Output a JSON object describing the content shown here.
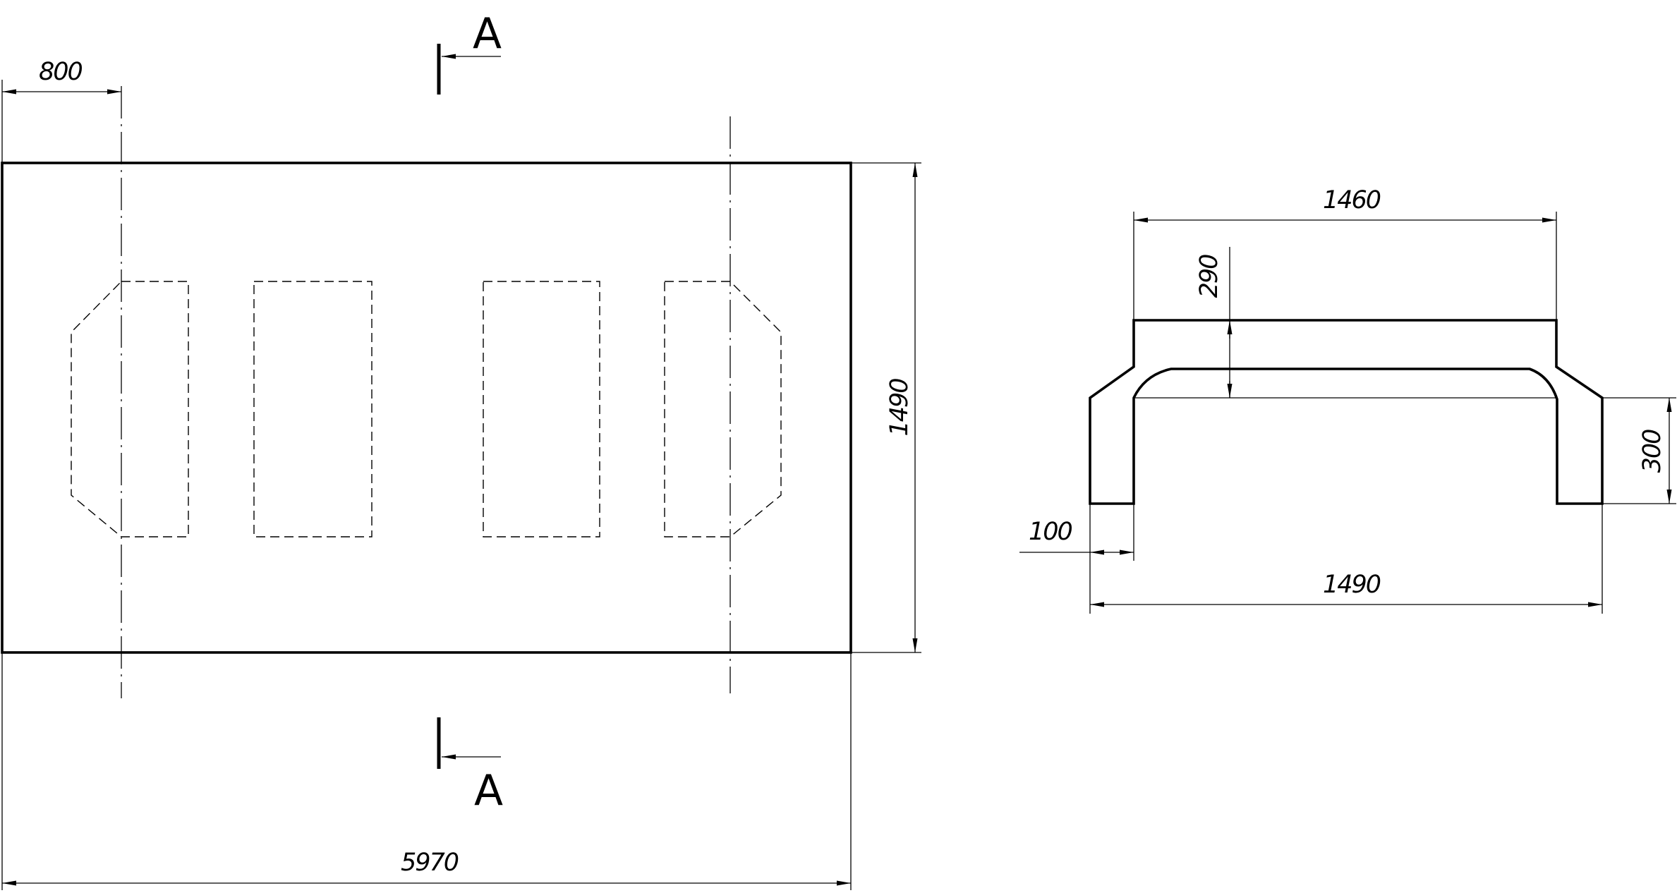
{
  "plan_view": {
    "dimensions": {
      "overall_length": "5970",
      "overall_width": "1490",
      "axis_offset": "800"
    },
    "section_marks": {
      "top": "A",
      "bottom": "A"
    }
  },
  "section_view": {
    "dimensions": {
      "top_width": "1460",
      "top_thickness": "290",
      "wall_thickness": "100",
      "leg_height": "300",
      "overall_width": "1490"
    }
  }
}
